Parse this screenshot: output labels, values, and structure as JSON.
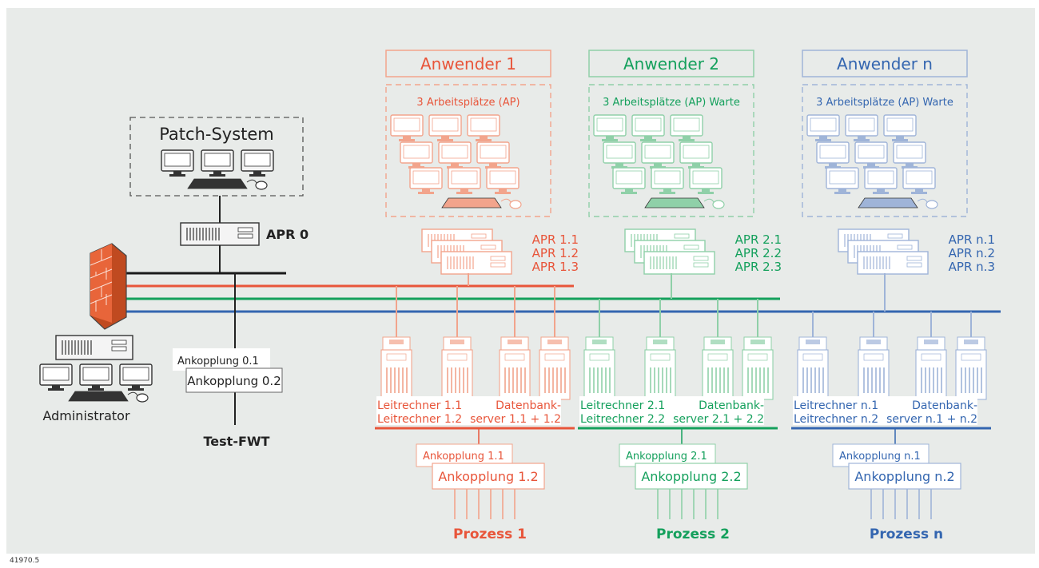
{
  "patch": {
    "title": "Patch-System",
    "apr": "APR 0"
  },
  "admin": {
    "label": "Administrator"
  },
  "test": {
    "a1": "Ankopplung 0.1",
    "a2": "Ankopplung 0.2",
    "label": "Test-FWT"
  },
  "figure_id": "41970.5",
  "colors": {
    "red": "#e8553a",
    "green": "#14a05c",
    "blue": "#3466b0",
    "black": "#1a1a1a",
    "bg": "#e8ebe9"
  },
  "users": [
    {
      "color": "#e8553a",
      "light": "#f2a48c",
      "title": "Anwender 1",
      "ap": "3 Arbeitsplätze (AP)",
      "apr": [
        "APR 1.1",
        "APR 1.2",
        "APR 1.3"
      ],
      "lr": [
        "Leitrechner 1.1",
        "Leitrechner 1.2"
      ],
      "db": [
        "Datenbank-",
        "server 1.1 + 1.2"
      ],
      "ank": [
        "Ankopplung 1.1",
        "Ankopplung 1.2"
      ],
      "proc": "Prozess 1"
    },
    {
      "color": "#14a05c",
      "light": "#8fd0a8",
      "title": "Anwender 2",
      "ap": "3 Arbeitsplätze (AP) Warte",
      "apr": [
        "APR 2.1",
        "APR 2.2",
        "APR 2.3"
      ],
      "lr": [
        "Leitrechner 2.1",
        "Leitrechner 2.2"
      ],
      "db": [
        "Datenbank-",
        "server 2.1 + 2.2"
      ],
      "ank": [
        "Ankopplung 2.1",
        "Ankopplung 2.2"
      ],
      "proc": "Prozess 2"
    },
    {
      "color": "#3466b0",
      "light": "#9fb4d8",
      "title": "Anwender n",
      "ap": "3 Arbeitsplätze (AP) Warte",
      "apr": [
        "APR n.1",
        "APR n.2",
        "APR n.3"
      ],
      "lr": [
        "Leitrechner n.1",
        "Leitrechner n.2"
      ],
      "db": [
        "Datenbank-",
        "server n.1 + n.2"
      ],
      "ank": [
        "Ankopplung n.1",
        "Ankopplung n.2"
      ],
      "proc": "Prozess n"
    }
  ]
}
